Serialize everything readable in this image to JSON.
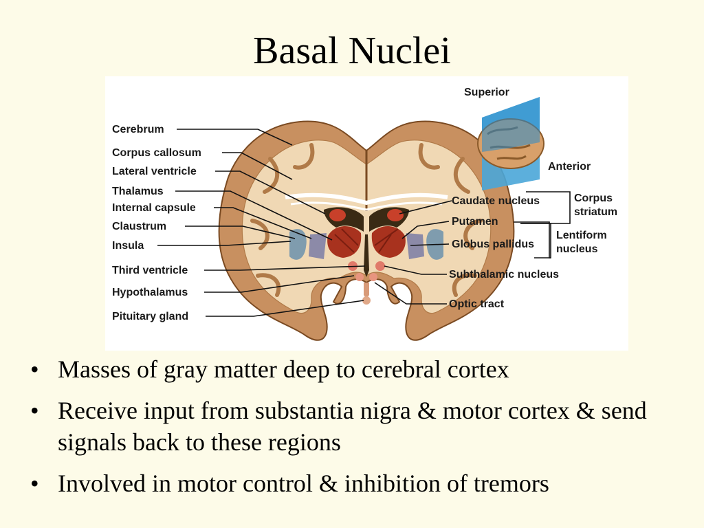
{
  "slide": {
    "title": "Basal Nuclei",
    "bullet_glyph": "•",
    "bullets": [
      "Masses of gray matter deep to cerebral cortex",
      "Receive input from substantia nigra & motor cortex & send signals back to these regions",
      "Involved in motor control & inhibition of tremors"
    ]
  },
  "diagram": {
    "left_labels": [
      "Cerebrum",
      "Corpus callosum",
      "Lateral ventricle",
      "Thalamus",
      "Internal capsule",
      "Claustrum",
      "Insula",
      "Third ventricle",
      "Hypothalamus",
      "Pituitary gland"
    ],
    "right_labels": [
      "Caudate nucleus",
      "Putamen",
      "Globus pallidus",
      "Subthalamic nucleus",
      "Optic tract"
    ],
    "group_corpus_striatum": [
      "Corpus",
      "striatum"
    ],
    "group_lentiform": [
      "Lentiform",
      "nucleus"
    ],
    "orientation": {
      "superior": "Superior",
      "anterior": "Anterior"
    },
    "colors": {
      "cortex": "#c89060",
      "white_matter": "#f0d8b4",
      "nuclei": "#a8321e",
      "insula": "#7f9cae",
      "ventricle": "#3a2a14",
      "plane": "#4aa6d8"
    }
  }
}
